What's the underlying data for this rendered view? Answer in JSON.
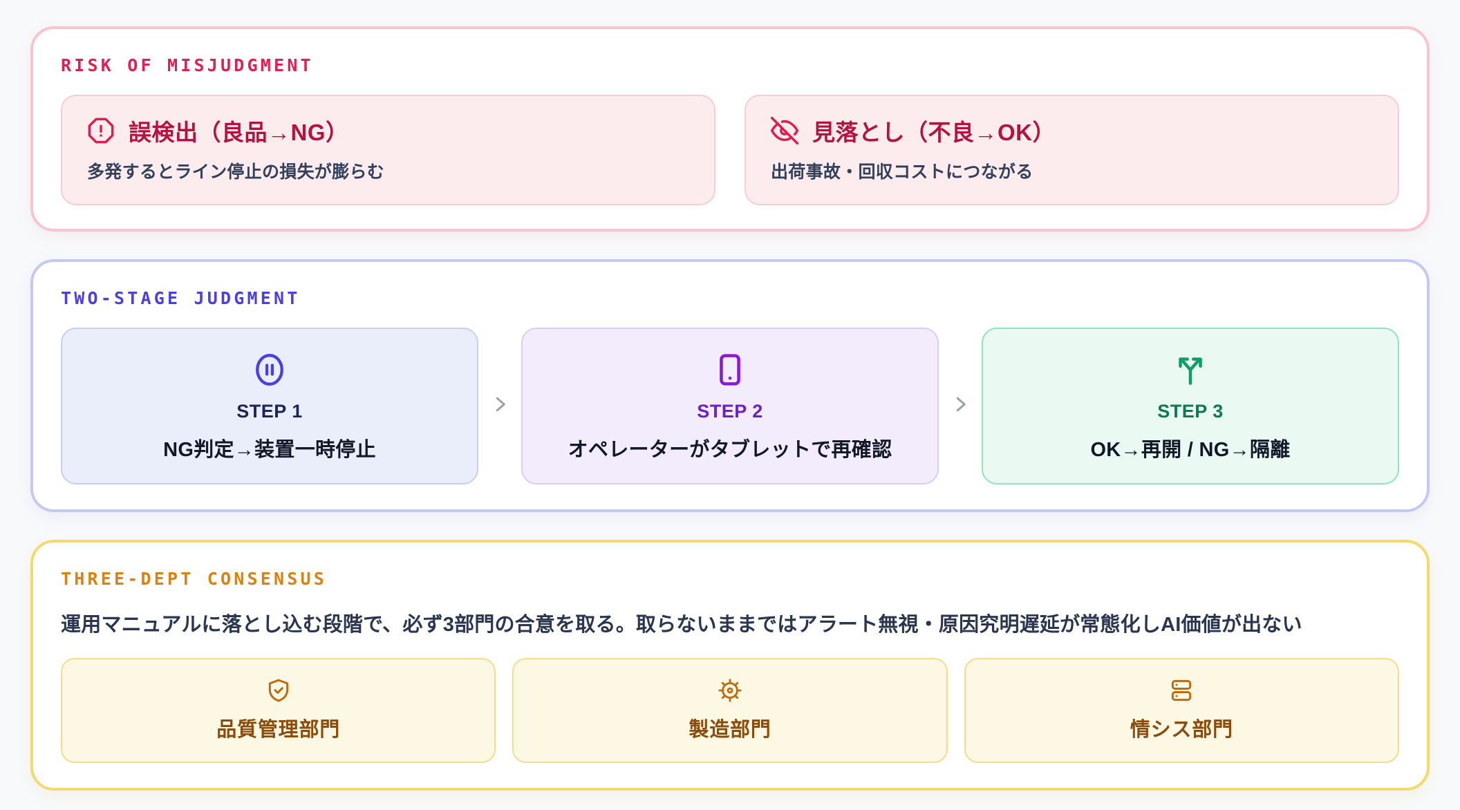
{
  "sections": {
    "risk": {
      "kicker": "RISK OF MISJUDGMENT",
      "accent_color": "#e01f52",
      "border_color": "#f9c4ce",
      "cards": [
        {
          "icon": "alert-octagon-icon",
          "title": "誤検出（良品→NG）",
          "desc": "多発するとライン停止の損失が膨らむ"
        },
        {
          "icon": "eye-off-icon",
          "title": "見落とし（不良→OK）",
          "desc": "出荷事故・回収コストにつながる"
        }
      ]
    },
    "stage": {
      "kicker": "TWO-STAGE JUDGMENT",
      "accent_color": "#4b3fe0",
      "border_color": "#c3c9f5",
      "separator_icon": "chevron-right-icon",
      "steps": [
        {
          "icon": "pause-circle-icon",
          "label": "STEP 1",
          "text": "NG判定→装置一時停止",
          "color": "#4b3fe0"
        },
        {
          "icon": "tablet-icon",
          "label": "STEP 2",
          "text": "オペレーターがタブレットで再確認",
          "color": "#8b19d6"
        },
        {
          "icon": "split-arrows-icon",
          "label": "STEP 3",
          "text": "OK→再開 / NG→隔離",
          "color": "#0f9e6a"
        }
      ]
    },
    "consensus": {
      "kicker": "THREE-DEPT CONSENSUS",
      "accent_color": "#d9820f",
      "border_color": "#f7d86a",
      "lead": "運用マニュアルに落とし込む段階で、必ず3部門の合意を取る。取らないままではアラート無視・原因究明遅延が常態化しAI価値が出ない",
      "departments": [
        {
          "icon": "shield-check-icon",
          "label": "品質管理部門"
        },
        {
          "icon": "cog-icon",
          "label": "製造部門"
        },
        {
          "icon": "server-icon",
          "label": "情シス部門"
        }
      ]
    }
  }
}
